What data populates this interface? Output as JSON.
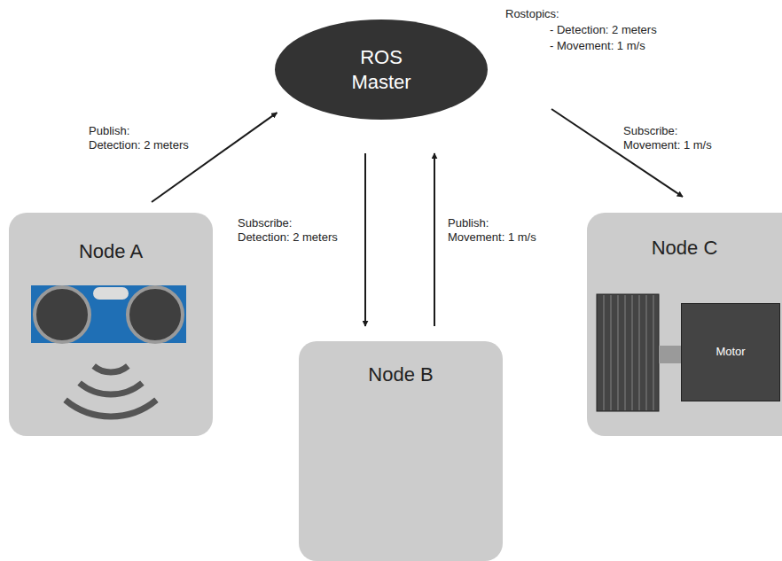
{
  "diagram": {
    "nodes": [
      {
        "text": [
          "ROS Master"
        ]
      },
      {
        "text": [
          "Node A"
        ]
      },
      {
        "text": [
          "Node B"
        ]
      },
      {
        "text": [
          "Node C"
        ]
      },
      {
        "text": [
          "Motor"
        ],
        "in": 3
      }
    ],
    "edges": [
      {
        "from": 1,
        "to": 0,
        "arrow": "to",
        "label": "Publish: Detection: 2 meters"
      },
      {
        "from": 0,
        "to": 2,
        "arrow": "to",
        "label": "Subscribe: Detection: 2 meters"
      },
      {
        "from": 2,
        "to": 0,
        "arrow": "to",
        "label": "Publish: Movement: 1 m/s"
      },
      {
        "from": 0,
        "to": 3,
        "arrow": "to",
        "label": "Subscribe: Movement: 1 m/s"
      }
    ],
    "labels": [
      "Rostopics:",
      "- Detection: 2 meters",
      "- Movement: 1 m/s"
    ]
  }
}
